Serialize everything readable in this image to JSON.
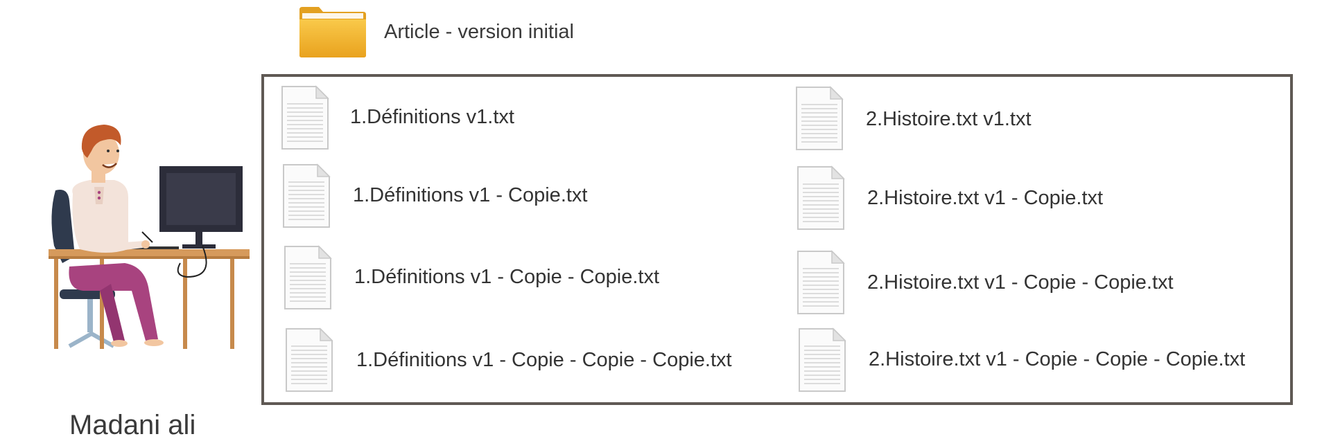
{
  "folder": {
    "icon": "folder-icon",
    "label": "Article - version initial",
    "color": "#F4B731"
  },
  "files_left": [
    "1.Définitions v1.txt",
    "1.Définitions v1 - Copie.txt",
    "1.Définitions v1 - Copie - Copie.txt",
    "1.Définitions v1 - Copie - Copie - Copie.txt"
  ],
  "files_right": [
    "2.Histoire.txt v1.txt",
    "2.Histoire.txt v1 - Copie.txt",
    "2.Histoire.txt v1 - Copie - Copie.txt",
    "2.Histoire.txt v1 - Copie - Copie - Copie.txt"
  ],
  "person": {
    "name": "Madani ali",
    "icon": "person-at-computer-illustration"
  },
  "frame": {
    "border_color": "#5F5954"
  }
}
